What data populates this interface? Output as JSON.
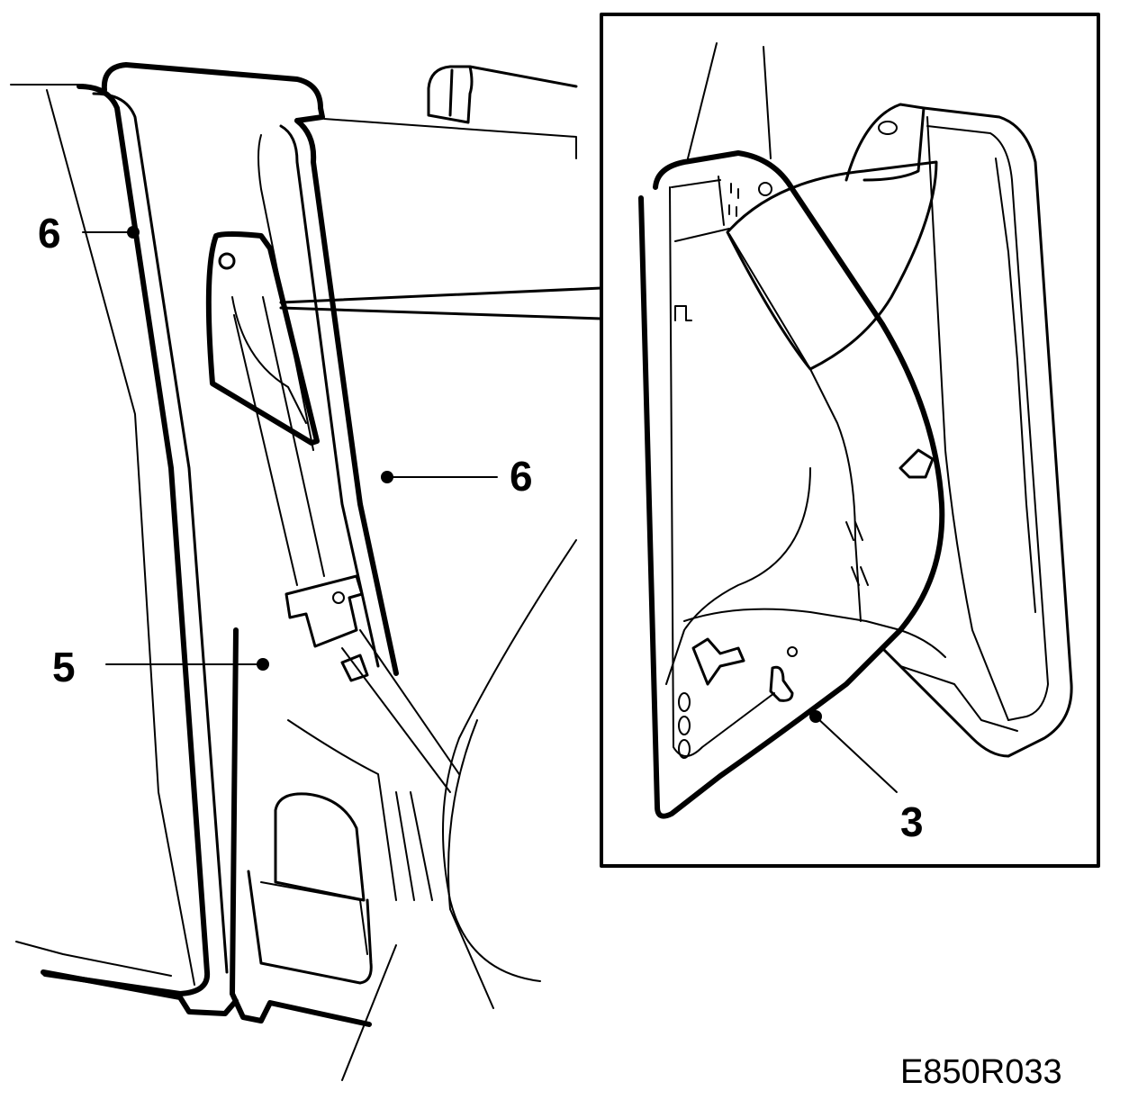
{
  "diagram": {
    "reference_code": "E850R033",
    "callouts": [
      {
        "id": "6a",
        "text": "6"
      },
      {
        "id": "6b",
        "text": "6"
      },
      {
        "id": "5",
        "text": "5"
      },
      {
        "id": "3",
        "text": "3"
      }
    ]
  }
}
